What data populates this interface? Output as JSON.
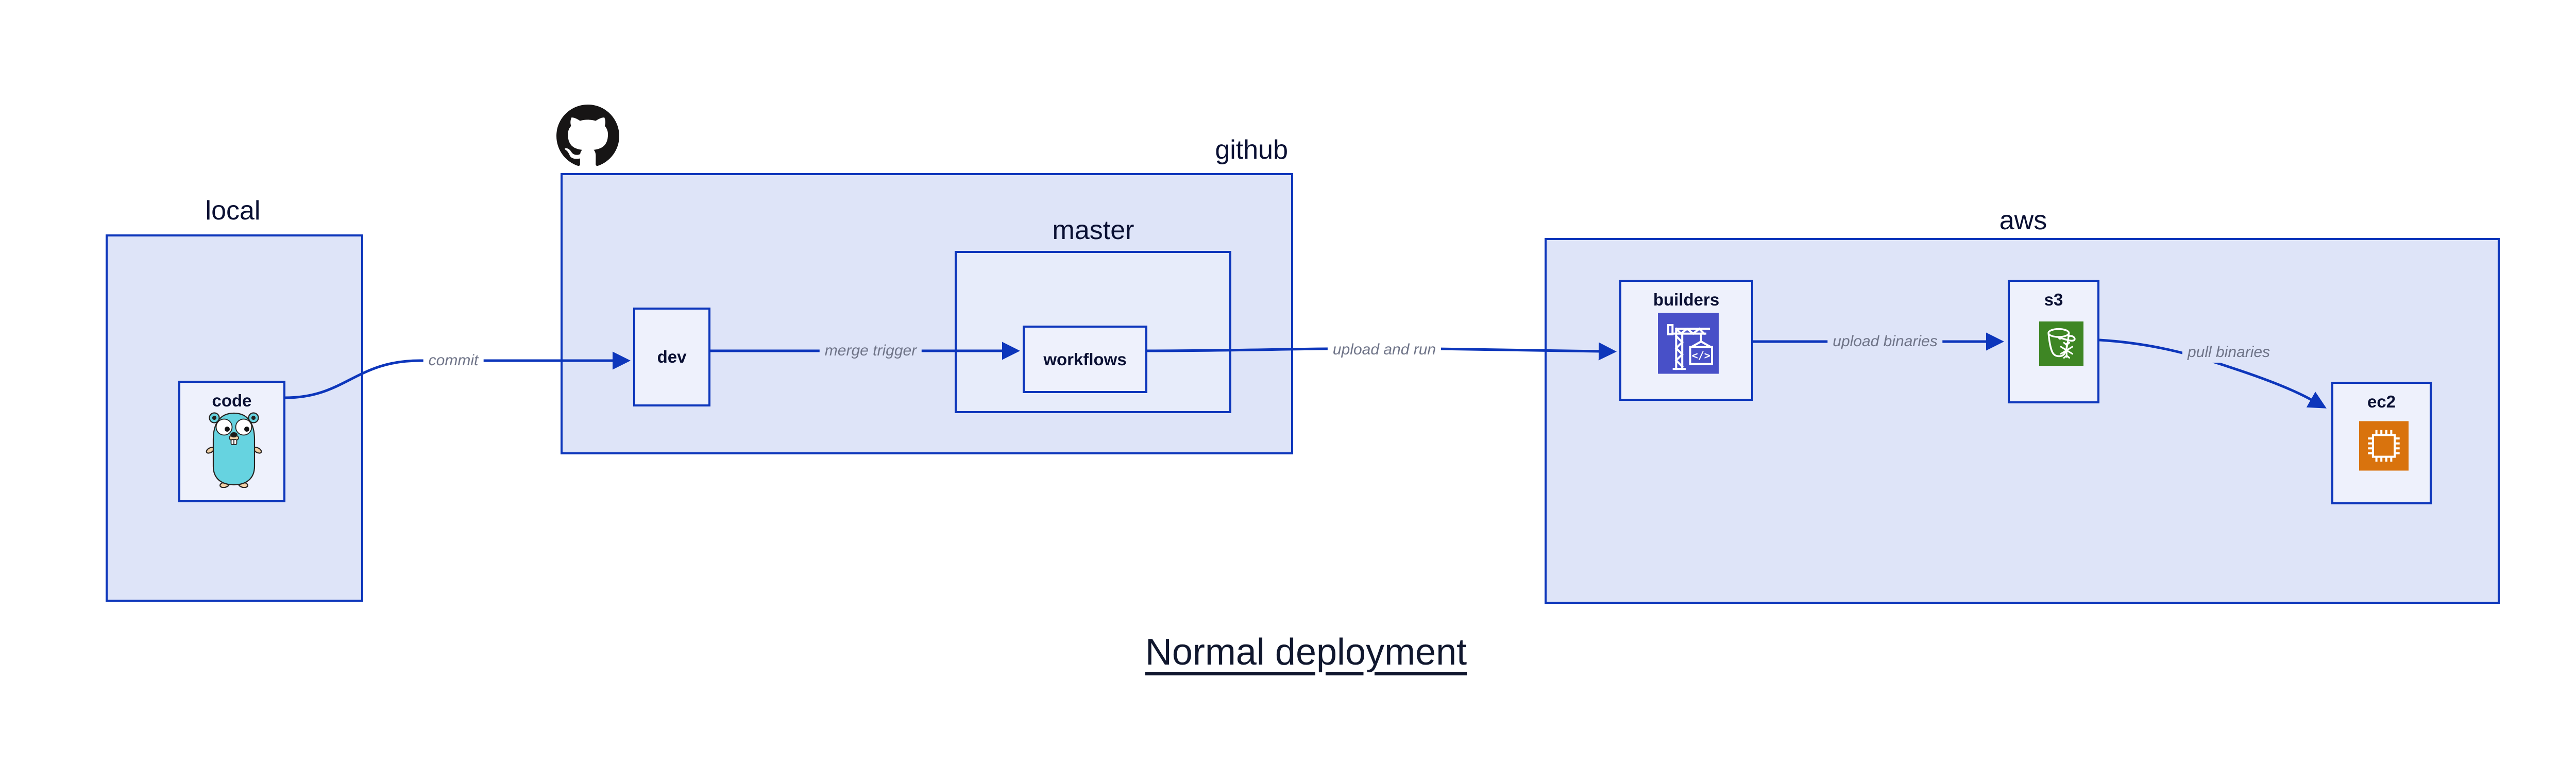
{
  "title": {
    "text": "Normal deployment"
  },
  "containers": {
    "local": {
      "label": "local"
    },
    "github": {
      "label": "github"
    },
    "master": {
      "label": "master"
    },
    "aws": {
      "label": "aws"
    }
  },
  "nodes": {
    "code": {
      "label": "code"
    },
    "dev": {
      "label": "dev"
    },
    "workflows": {
      "label": "workflows"
    },
    "builders": {
      "label": "builders"
    },
    "s3": {
      "label": "s3"
    },
    "ec2": {
      "label": "ec2"
    }
  },
  "edges": {
    "commit": {
      "label": "commit"
    },
    "merge_trigger": {
      "label": "merge trigger"
    },
    "upload_and_run": {
      "label": "upload and run"
    },
    "upload_binaries": {
      "label": "upload binaries"
    },
    "pull_binaries": {
      "label": "pull binaries"
    }
  },
  "icons": {
    "octocat": "github-octocat-icon",
    "gopher": "go-gopher-icon",
    "codebuild": "aws-codebuild-crane-icon",
    "codebuild_glyph": "</>",
    "s3_glacier": "aws-s3-glacier-bucket-icon",
    "ec2_chip": "aws-ec2-chip-icon"
  },
  "colors": {
    "border_blue": "#0d36bb",
    "edge_blue": "#0d36bb",
    "container_fill": "#dee4f8",
    "nested_container_fill": "#e7ecfa",
    "node_fill": "#eef1fc",
    "label_dark": "#0a1033",
    "edge_label_gray": "#6f7488",
    "octocat_black": "#171515",
    "codebuild_indigo": "#4850c8",
    "s3_green": "#3e8624",
    "ec2_orange": "#d9730d",
    "gopher_teal": "#66d3e0",
    "gopher_skin": "#f2d1a6"
  }
}
